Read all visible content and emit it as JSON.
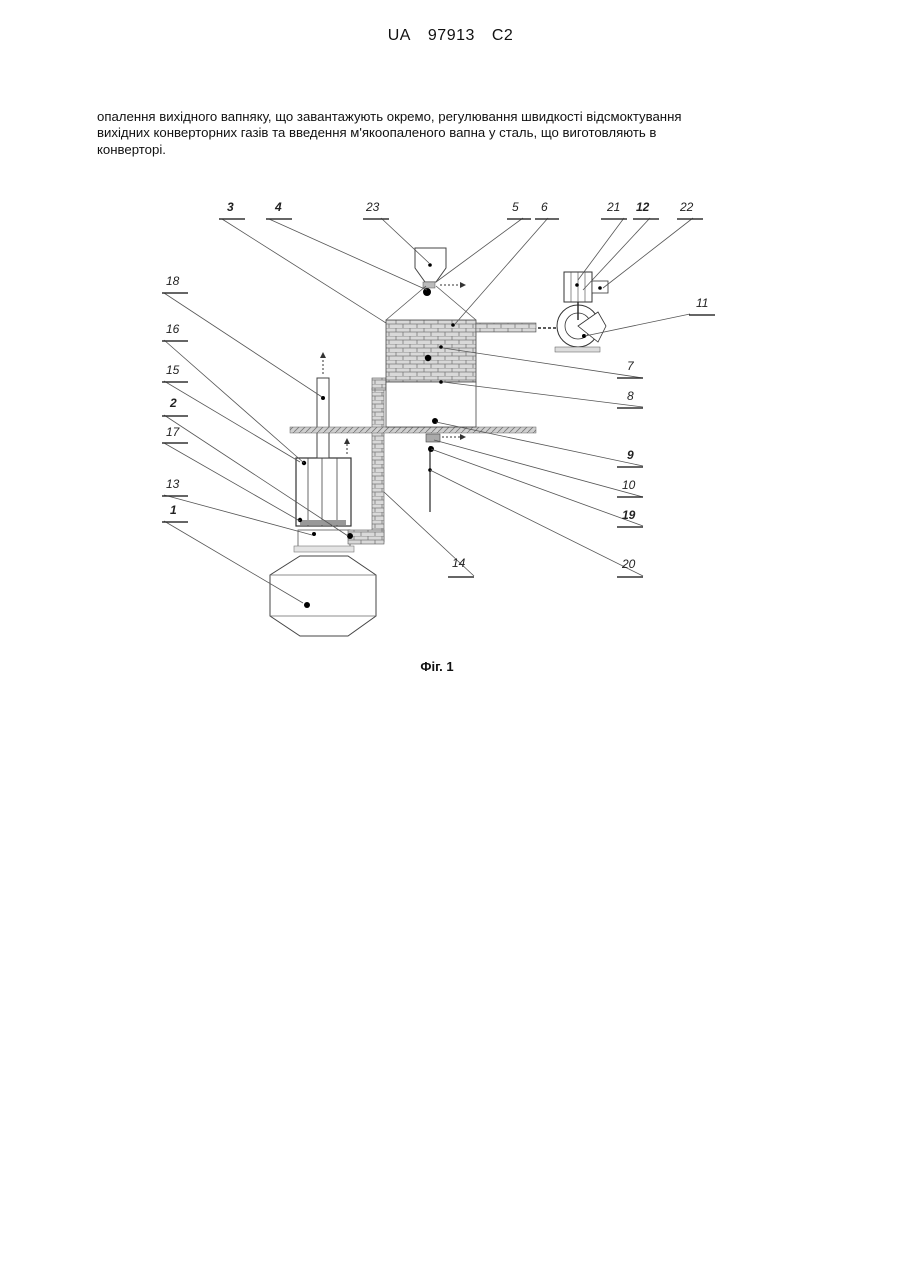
{
  "header": {
    "country": "UA",
    "number": "97913",
    "kind": "C2"
  },
  "paragraph": {
    "line1": "опалення вихідного вапняку, що завантажують окремо, регулювання швидкості відсмоктування",
    "line2": "вихідних конверторних газів та введення м'якоопаленого вапна у сталь, що виготовляють в",
    "line3": "конверторі."
  },
  "figure": {
    "caption": "Фіг. 1",
    "labels": {
      "l1": "1",
      "l2": "2",
      "l3": "3",
      "l4": "4",
      "l5": "5",
      "l6": "6",
      "l7": "7",
      "l8": "8",
      "l9": "9",
      "l10": "10",
      "l11": "11",
      "l12": "12",
      "l13": "13",
      "l14": "14",
      "l15": "15",
      "l16": "16",
      "l17": "17",
      "l18": "18",
      "l19": "19",
      "l20": "20",
      "l21": "21",
      "l22": "22",
      "l23": "23"
    }
  }
}
